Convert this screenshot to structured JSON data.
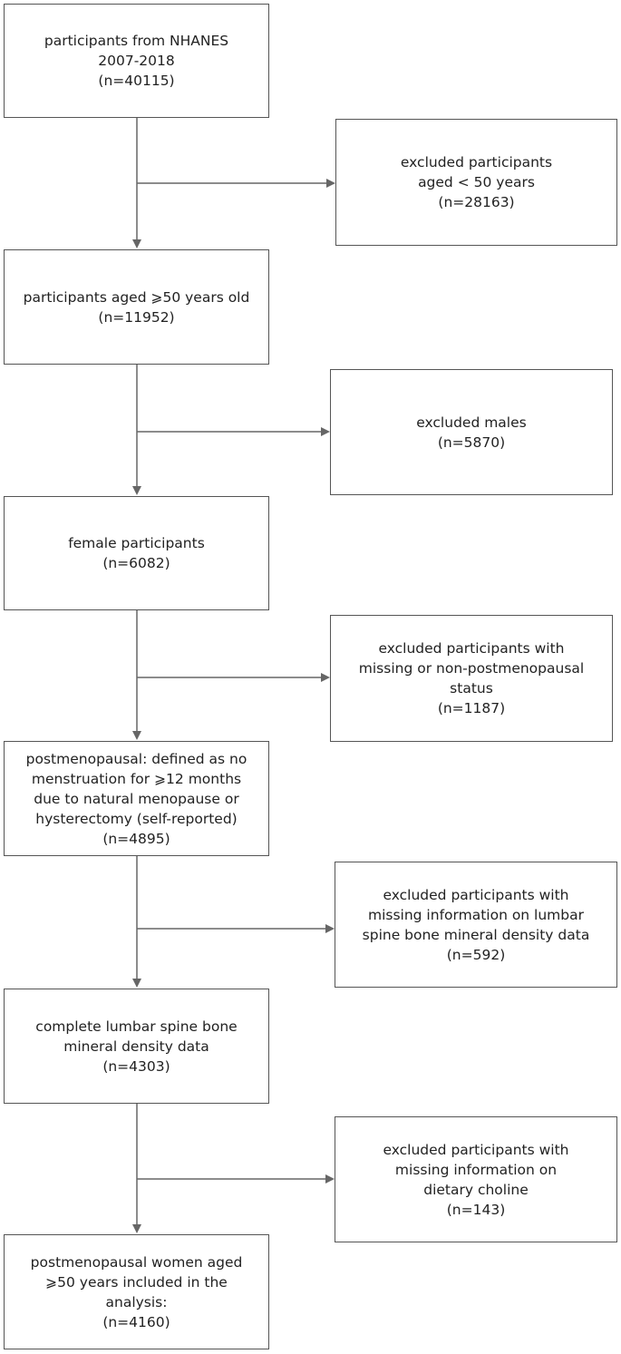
{
  "flow": {
    "main": [
      {
        "lines": [
          "participants from NHANES",
          "2007-2018",
          "(n=40115)"
        ]
      },
      {
        "lines": [
          "participants aged ⩾50 years old",
          "(n=11952)"
        ]
      },
      {
        "lines": [
          "female participants",
          "(n=6082)"
        ]
      },
      {
        "lines": [
          "postmenopausal: defined as no",
          "menstruation for ⩾12 months",
          "due to natural menopause or",
          "hysterectomy (self-reported)",
          "(n=4895)"
        ]
      },
      {
        "lines": [
          "complete lumbar spine bone",
          "mineral density data",
          "(n=4303)"
        ]
      },
      {
        "lines": [
          "postmenopausal women aged",
          "⩾50 years included in the",
          "analysis:",
          "(n=4160)"
        ]
      }
    ],
    "excluded": [
      {
        "lines": [
          "excluded participants",
          "aged < 50 years",
          "(n=28163)"
        ]
      },
      {
        "lines": [
          "excluded males",
          "(n=5870)"
        ]
      },
      {
        "lines": [
          "excluded participants with",
          "missing or non-postmenopausal",
          "status",
          "(n=1187)"
        ]
      },
      {
        "lines": [
          "excluded participants with",
          "missing information on lumbar",
          "spine bone mineral density data",
          "(n=592)"
        ]
      },
      {
        "lines": [
          "excluded participants with",
          "missing information on",
          "dietary choline",
          "(n=143)"
        ]
      }
    ]
  }
}
